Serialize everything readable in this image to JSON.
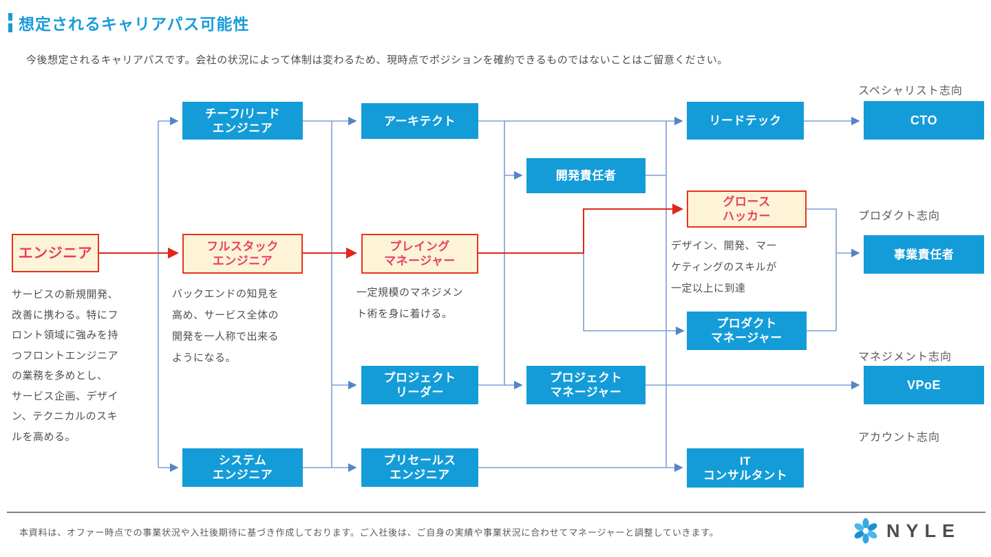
{
  "title": "想定されるキャリアパス可能性",
  "subtitle": "今後想定されるキャリアパスです。会社の状況によって体制は変わるため、現時点でポジションを確約できるものではないことはご留意ください。",
  "diagram": {
    "nodes": {
      "engineer": "エンジニア",
      "chief_lead_engineer": "チーフ/リード\nエンジニア",
      "fullstack_engineer": "フルスタック\nエンジニア",
      "system_engineer": "システム\nエンジニア",
      "architect": "アーキテクト",
      "playing_manager": "プレイング\nマネージャー",
      "project_leader": "プロジェクト\nリーダー",
      "presales_engineer": "プリセールス\nエンジニア",
      "dev_lead": "開発責任者",
      "project_manager": "プロジェクト\nマネージャー",
      "growth_hacker": "グロース\nハッカー",
      "lead_tech": "リードテック",
      "product_manager": "プロダクト\nマネージャー",
      "it_consultant": "IT\nコンサルタント",
      "cto": "CTO",
      "business_owner": "事業責任者",
      "vpoe": "VPoE"
    },
    "descriptions": {
      "engineer": "サービスの新規開発、\n改善に携わる。特にフ\nロント領域に強みを持\nつフロントエンジニア\nの業務を多めとし、\nサービス企画、デザイ\nン、テクニカルのスキ\nルを高める。",
      "fullstack": "バックエンドの知見を\n高め、サービス全体の\n開発を一人称で出来る\nようになる。",
      "playing": "一定規模のマネジメン\nト術を身に着ける。",
      "growth": "デザイン、開発、マー\nケティングのスキルが\n一定以上に到達"
    },
    "orientations": {
      "specialist": "スペシャリスト志向",
      "product": "プロダクト志向",
      "management": "マネジメント志向",
      "account": "アカウント志向"
    }
  },
  "footer": {
    "note": "本資料は、オファー時点での事業状況や入社後期待に基づき作成しております。ご入社後は、ご自身の実績や事業状況に合わせてマネージャーと調整していきます。",
    "logo_text": "NYLE"
  },
  "colors": {
    "accent_blue": "#189CD8",
    "node_blue": "#149CD8",
    "highlight_bg": "#FDF3D7",
    "highlight_border": "#E8321C",
    "highlight_text": "#E73E68",
    "connector_blue": "#7C9DD4",
    "connector_red": "#E0251B"
  }
}
